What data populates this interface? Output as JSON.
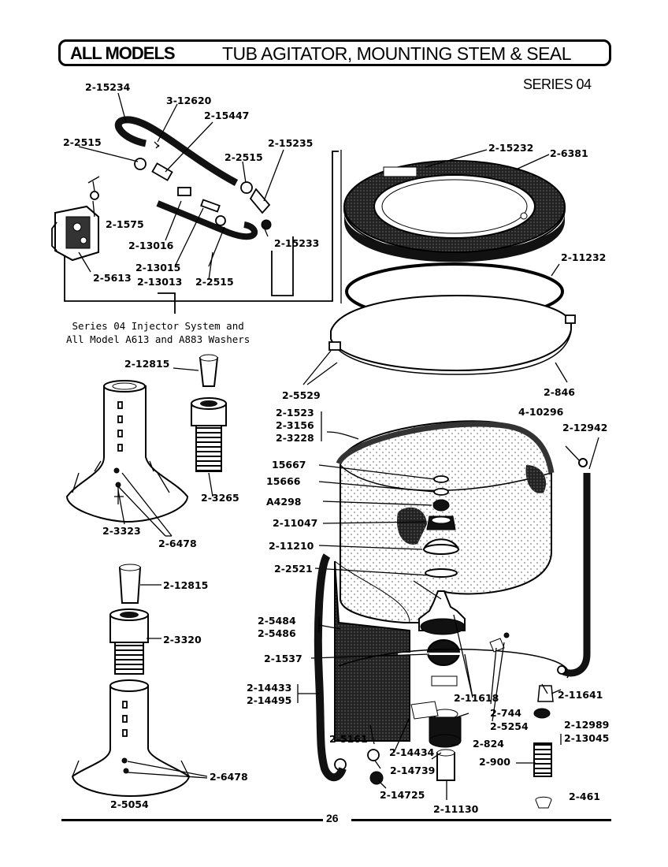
{
  "header": {
    "left_label": "ALL MODELS",
    "title": "TUB AGITATOR, MOUNTING STEM & SEAL",
    "series": "SERIES 04"
  },
  "caption": {
    "line1": "Series 04 Injector System and",
    "line2": "All Model A613 and A883 Washers"
  },
  "footer": {
    "page_number": "26"
  },
  "parts": {
    "p2_15234": "2-15234",
    "p3_12620": "3-12620",
    "p2_15447": "2-15447",
    "p2_2515_a": "2-2515",
    "p2_2515_b": "2-2515",
    "p2_15235": "2-15235",
    "p2_1575": "2-1575",
    "p2_13016": "2-13016",
    "p2_15233": "2-15233",
    "p2_5613": "2-5613",
    "p2_13015": "2-13015",
    "p2_13013": "2-13013",
    "p2_2515_c": "2-2515",
    "p2_15232": "2-15232",
    "p2_6381": "2-6381",
    "p2_11232": "2-11232",
    "p2_5529": "2-5529",
    "p2_846": "2-846",
    "p2_12815_a": "2-12815",
    "p2_3265": "2-3265",
    "p2_3323": "2-3323",
    "p2_6478_a": "2-6478",
    "p2_12815_b": "2-12815",
    "p2_3320": "2-3320",
    "p2_6478_b": "2-6478",
    "p2_5054": "2-5054",
    "p2_1523": "2-1523",
    "p2_3156": "2-3156",
    "p2_3228": "2-3228",
    "p4_10296": "4-10296",
    "p2_12942": "2-12942",
    "p15667": "15667",
    "p15666": "15666",
    "pA4298": "A4298",
    "p2_11047": "2-11047",
    "p2_11210": "2-11210",
    "p2_2521": "2-2521",
    "p2_5484": "2-5484",
    "p2_5486": "2-5486",
    "p2_1537": "2-1537",
    "p2_14433": "2-14433",
    "p2_14495": "2-14495",
    "p2_11618": "2-11618",
    "p2_11641": "2-11641",
    "p2_744": "2-744",
    "p2_5254": "2-5254",
    "p2_12989": "2-12989",
    "p2_13045": "2-13045",
    "p2_5161": "2-5161",
    "p2_14434": "2-14434",
    "p2_824": "2-824",
    "p2_14739": "2-14739",
    "p2_900": "2-900",
    "p2_14725": "2-14725",
    "p2_11130": "2-11130",
    "p2_461": "2-461"
  }
}
